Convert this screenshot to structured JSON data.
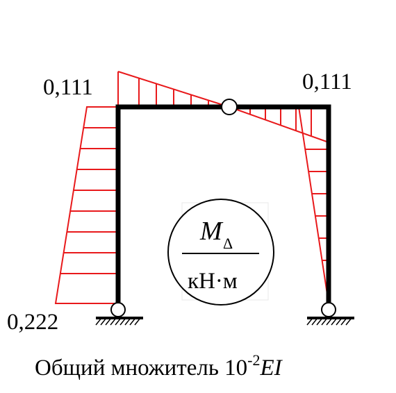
{
  "diagram": {
    "labels": {
      "top_left": "0,111",
      "top_right": "0,111",
      "bottom_left": "0,222"
    },
    "legend": {
      "numerator": "M",
      "subscript": "Δ",
      "denominator": "кН·м"
    },
    "footer": {
      "text": "Общий множитель 10",
      "exponent": "-2",
      "suffix": "EI"
    },
    "colors": {
      "diagram": "#e8191b",
      "frame": "#000000"
    }
  }
}
